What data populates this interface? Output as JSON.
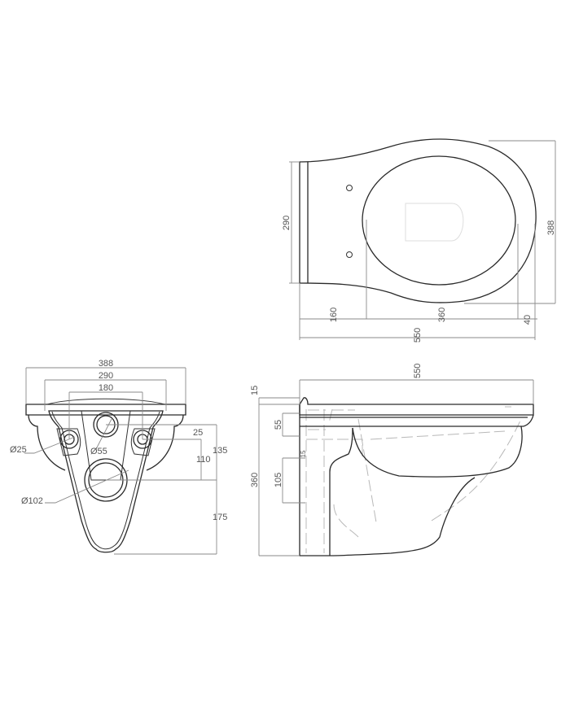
{
  "drawing": {
    "subject": "Wall-hung toilet technical drawing",
    "colors": {
      "outline": "#2a2a2a",
      "dimension": "#8a8a8a",
      "hidden_line": "#b8b8b8",
      "label": "#555555"
    },
    "units": "mm"
  },
  "top_view": {
    "dimensions": {
      "width_back": "290",
      "overall_width": "388",
      "segment_back": "160",
      "segment_bowl": "360",
      "segment_front": "40",
      "overall_length": "550"
    }
  },
  "front_view": {
    "dimensions": {
      "overall_width": "388",
      "width_290": "290",
      "bolt_spacing": "180",
      "bolt_offset": "25",
      "outlet_height": "110",
      "outlet_to_top": "135",
      "bottom_height": "175",
      "bolt_diameter": "Ø25",
      "inlet_diameter": "Ø55",
      "outlet_diameter": "Ø102"
    }
  },
  "side_view": {
    "dimensions": {
      "overall_length": "550",
      "lip": "15",
      "inlet_height": "55",
      "small_gap": "15",
      "outlet_height": "105",
      "overall_height": "360"
    }
  }
}
